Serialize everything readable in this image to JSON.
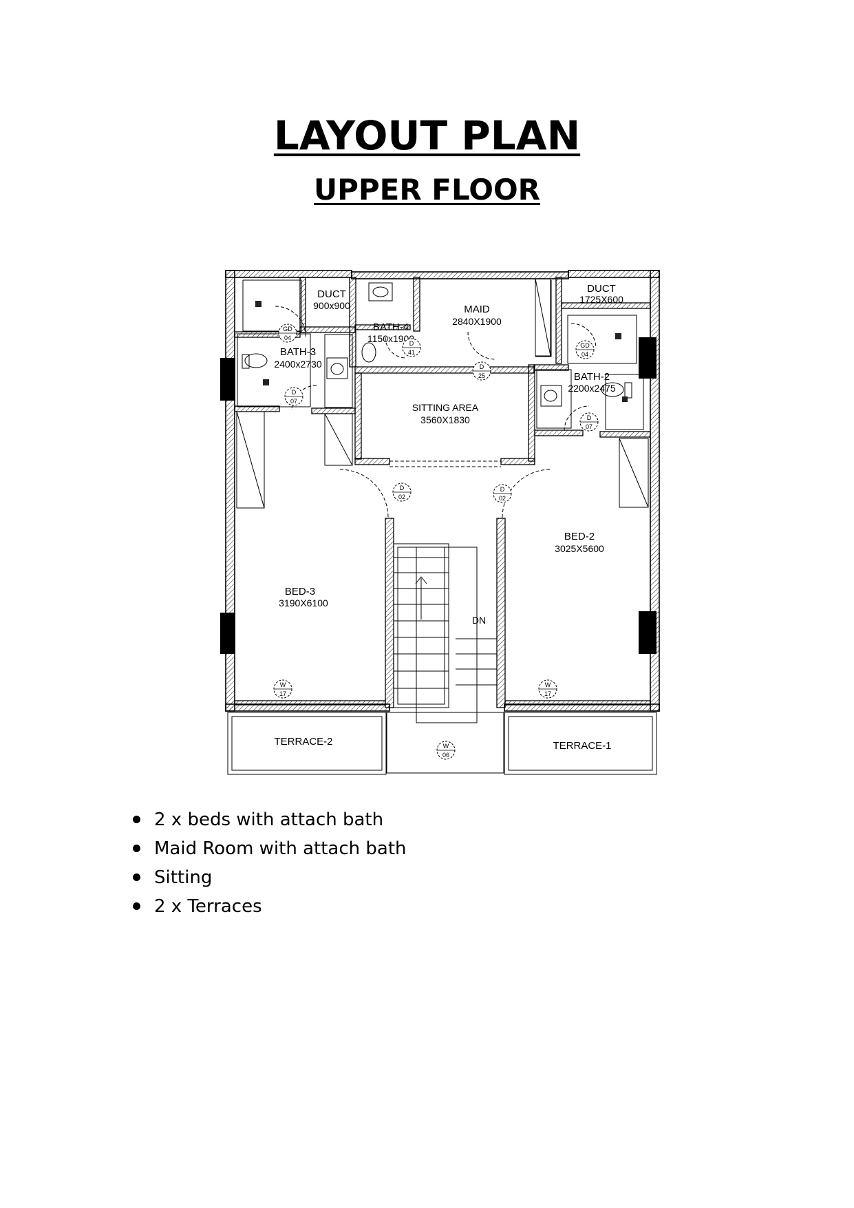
{
  "header": {
    "title": "LAYOUT PLAN",
    "subtitle": "UPPER FLOOR"
  },
  "plan": {
    "rooms": [
      {
        "key": "duct1",
        "name": "DUCT",
        "size": "900x900"
      },
      {
        "key": "bath4",
        "name": "BATH-4",
        "size": "1150x1900"
      },
      {
        "key": "maid",
        "name": "MAID",
        "size": "2840X1900"
      },
      {
        "key": "duct2",
        "name": "DUCT",
        "size": "1725X600"
      },
      {
        "key": "bath3",
        "name": "BATH-3",
        "size": "2400x2730"
      },
      {
        "key": "bath2",
        "name": "BATH-2",
        "size": "2200x2475"
      },
      {
        "key": "sitting",
        "name": "SITTING AREA",
        "size": "3560X1830"
      },
      {
        "key": "bed2",
        "name": "BED-2",
        "size": "3025X5600"
      },
      {
        "key": "bed3",
        "name": "BED-3",
        "size": "3190X6100"
      },
      {
        "key": "terrace2",
        "name": "TERRACE-2"
      },
      {
        "key": "terrace1",
        "name": "TERRACE-1"
      }
    ],
    "stair_label": "DN",
    "tags": [
      {
        "key": "gd04a",
        "code": "GD",
        "num": "04"
      },
      {
        "key": "d07a",
        "code": "D",
        "num": "07"
      },
      {
        "key": "d41",
        "code": "D",
        "num": "41"
      },
      {
        "key": "d25",
        "code": "D",
        "num": "25"
      },
      {
        "key": "gd04b",
        "code": "GD",
        "num": "04"
      },
      {
        "key": "d07b",
        "code": "D",
        "num": "07"
      },
      {
        "key": "d02a",
        "code": "D",
        "num": "02"
      },
      {
        "key": "d02b",
        "code": "D",
        "num": "02"
      },
      {
        "key": "w17a",
        "code": "W",
        "num": "17"
      },
      {
        "key": "w17b",
        "code": "W",
        "num": "17"
      },
      {
        "key": "w06",
        "code": "W",
        "num": "06"
      }
    ]
  },
  "features": [
    "2 x beds with attach bath",
    "Maid Room with attach bath",
    "Sitting",
    "2 x Terraces"
  ]
}
